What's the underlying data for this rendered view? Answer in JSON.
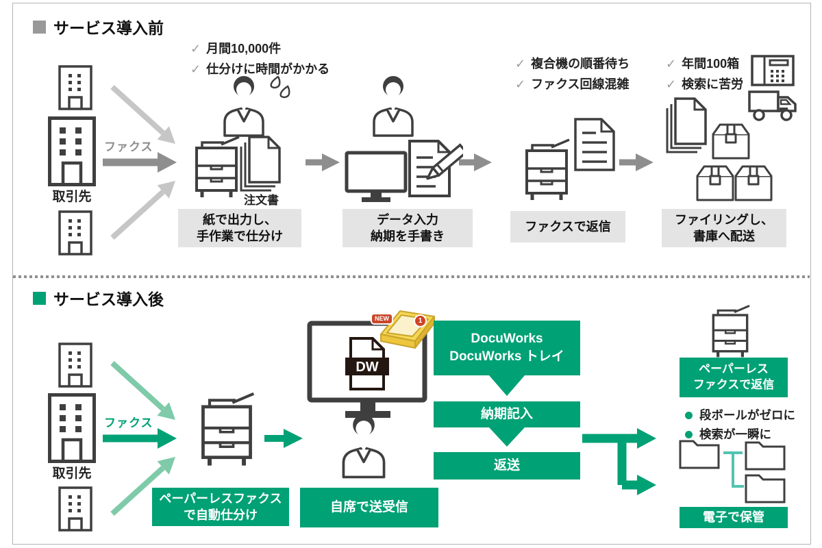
{
  "glyphs": {
    "check": "✓"
  },
  "colors": {
    "green": "#00a175",
    "green_light": "#7ecaa9",
    "teal_connector": "#53c3b1",
    "gray_arrow": "#8e8e8e",
    "gray_arrow_light": "#c6c6c6",
    "gray_caption_bg": "#e4e4e4",
    "title_square_gray": "#999999",
    "icon_stroke": "#3f3f3f",
    "tray_yellow": "#f6d655",
    "badge_red": "#cf4326"
  },
  "before": {
    "section_title": "サービス導入前",
    "partners_label": "取引先",
    "fax_arrow_label": "ファクス",
    "intake_notes": [
      "月間10,000件",
      "仕分けに時間がかかる"
    ],
    "order_doc_label": "注文書",
    "caption_print": [
      "紙で出力し、",
      "手作業で仕分け"
    ],
    "caption_input": [
      "データ入力",
      "納期を手書き"
    ],
    "reply_notes": [
      "複合機の順番待ち",
      "ファクス回線混雑"
    ],
    "caption_reply": [
      "ファクスで返信"
    ],
    "filing_notes": [
      "年間100箱",
      "検索に苦労"
    ],
    "caption_filing": [
      "ファイリングし、",
      "書庫へ配送"
    ]
  },
  "after": {
    "section_title": "サービス導入後",
    "partners_label": "取引先",
    "fax_arrow_label": "ファクス",
    "caption_sort": [
      "ペーパーレスファクス",
      "で自動仕分け"
    ],
    "caption_desk": [
      "自席で送受信"
    ],
    "dw_file_label": "DW",
    "tray_new_badge": "NEW",
    "tray_count_badge": "1",
    "flow_steps": [
      {
        "lines": [
          "DocuWorks",
          "DocuWorks トレイ"
        ]
      },
      {
        "lines": [
          "納期記入"
        ]
      },
      {
        "lines": [
          "返送"
        ]
      }
    ],
    "caption_paperless_reply": [
      "ペーパーレス",
      "ファクスで返信"
    ],
    "benefits": [
      "段ボールがゼロに",
      "検索が一瞬に"
    ],
    "caption_storage": [
      "電子で保管"
    ]
  }
}
